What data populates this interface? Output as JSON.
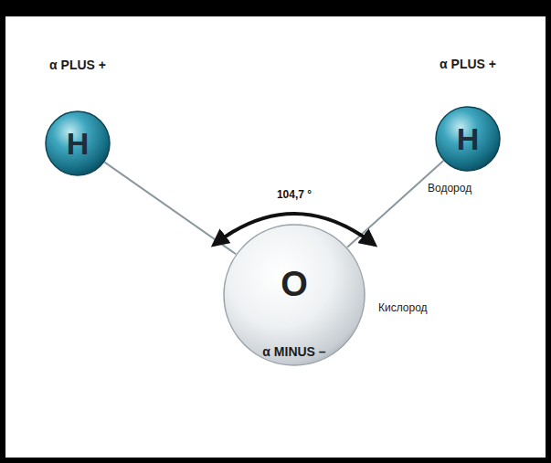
{
  "diagram": {
    "nodes": [
      {
        "text": [
          "α PLUS +",
          "H"
        ]
      },
      {
        "text": [
          "α PLUS +",
          "H",
          "Водород"
        ]
      },
      {
        "text": [
          "O",
          "Кислород",
          "α MINUS –"
        ]
      }
    ],
    "edges": [
      {
        "from": 2,
        "to": 0,
        "arrow": "none"
      },
      {
        "from": 2,
        "to": 1,
        "arrow": "none"
      }
    ],
    "labels": [
      "104,7 °"
    ]
  }
}
